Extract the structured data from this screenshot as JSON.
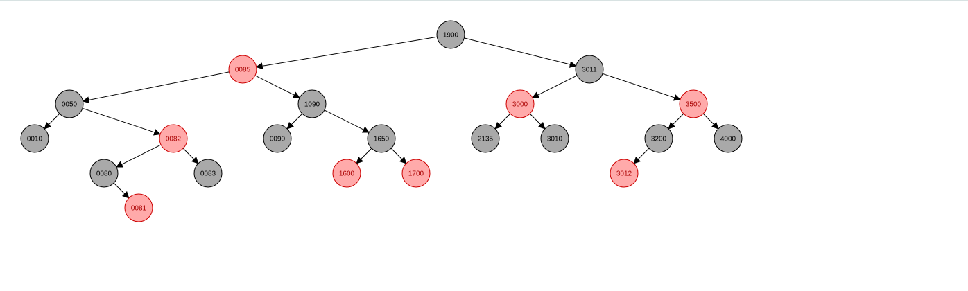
{
  "tree": {
    "colors": {
      "black_fill": "#a9a9a9",
      "black_stroke": "#000000",
      "black_text": "#000000",
      "red_fill": "#ffaaaa",
      "red_stroke": "#cc0000",
      "red_text": "#aa0000",
      "edge": "#000000"
    },
    "nodes": [
      {
        "id": "1900",
        "label": "1900",
        "color": "black",
        "parent": null
      },
      {
        "id": "0085",
        "label": "0085",
        "color": "red",
        "parent": "1900"
      },
      {
        "id": "3011",
        "label": "3011",
        "color": "black",
        "parent": "1900"
      },
      {
        "id": "0050",
        "label": "0050",
        "color": "black",
        "parent": "0085"
      },
      {
        "id": "1090",
        "label": "1090",
        "color": "black",
        "parent": "0085"
      },
      {
        "id": "3000",
        "label": "3000",
        "color": "red",
        "parent": "3011"
      },
      {
        "id": "3500",
        "label": "3500",
        "color": "red",
        "parent": "3011"
      },
      {
        "id": "0010",
        "label": "0010",
        "color": "black",
        "parent": "0050"
      },
      {
        "id": "0082",
        "label": "0082",
        "color": "red",
        "parent": "0050"
      },
      {
        "id": "0090",
        "label": "0090",
        "color": "black",
        "parent": "1090"
      },
      {
        "id": "1650",
        "label": "1650",
        "color": "black",
        "parent": "1090"
      },
      {
        "id": "2135",
        "label": "2135",
        "color": "black",
        "parent": "3000"
      },
      {
        "id": "3010",
        "label": "3010",
        "color": "black",
        "parent": "3000"
      },
      {
        "id": "3200",
        "label": "3200",
        "color": "black",
        "parent": "3500"
      },
      {
        "id": "4000",
        "label": "4000",
        "color": "black",
        "parent": "3500"
      },
      {
        "id": "0080",
        "label": "0080",
        "color": "black",
        "parent": "0082"
      },
      {
        "id": "0083",
        "label": "0083",
        "color": "black",
        "parent": "0082"
      },
      {
        "id": "1600",
        "label": "1600",
        "color": "red",
        "parent": "1650"
      },
      {
        "id": "1700",
        "label": "1700",
        "color": "red",
        "parent": "1650"
      },
      {
        "id": "3012",
        "label": "3012",
        "color": "red",
        "parent": "3200"
      },
      {
        "id": "0081",
        "label": "0081",
        "color": "red",
        "parent": "0080"
      }
    ]
  }
}
